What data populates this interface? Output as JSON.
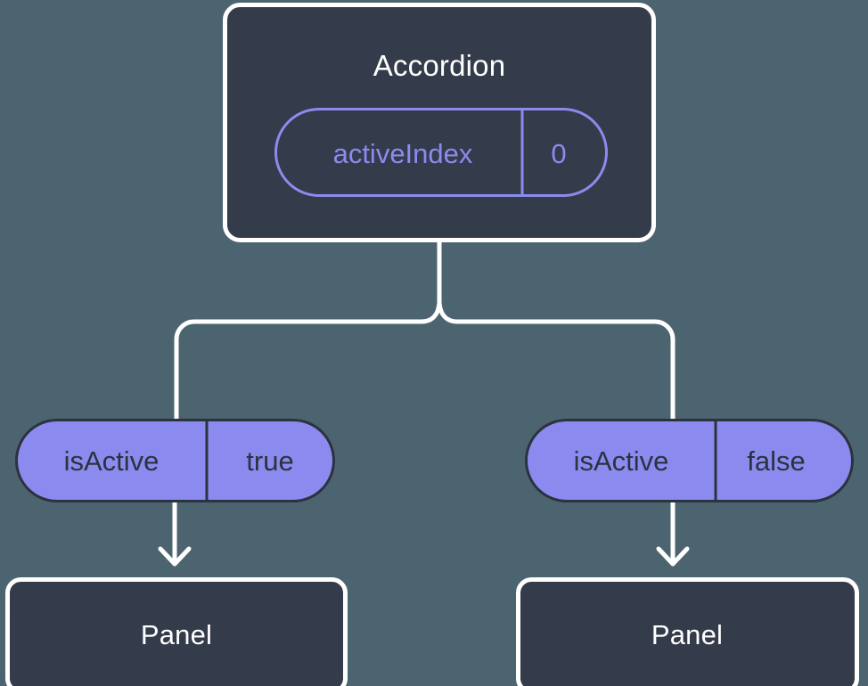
{
  "theme": {
    "background": "#4c6470",
    "card_fill": "#343b4a",
    "card_border": "#ffffff",
    "pill_outline_color": "#8b8bef",
    "pill_solid_fill": "#8b8bef",
    "pill_solid_border": "#2c3240",
    "pill_solid_text": "#2c3240",
    "connector_color": "#ffffff",
    "title_color": "#ffffff"
  },
  "diagram": {
    "type": "component-tree",
    "root": {
      "title": "Accordion",
      "prop": {
        "name": "activeIndex",
        "value": "0"
      }
    },
    "branches": [
      {
        "prop": {
          "name": "isActive",
          "value": "true"
        },
        "child": {
          "title": "Panel"
        }
      },
      {
        "prop": {
          "name": "isActive",
          "value": "false"
        },
        "child": {
          "title": "Panel"
        }
      }
    ]
  }
}
